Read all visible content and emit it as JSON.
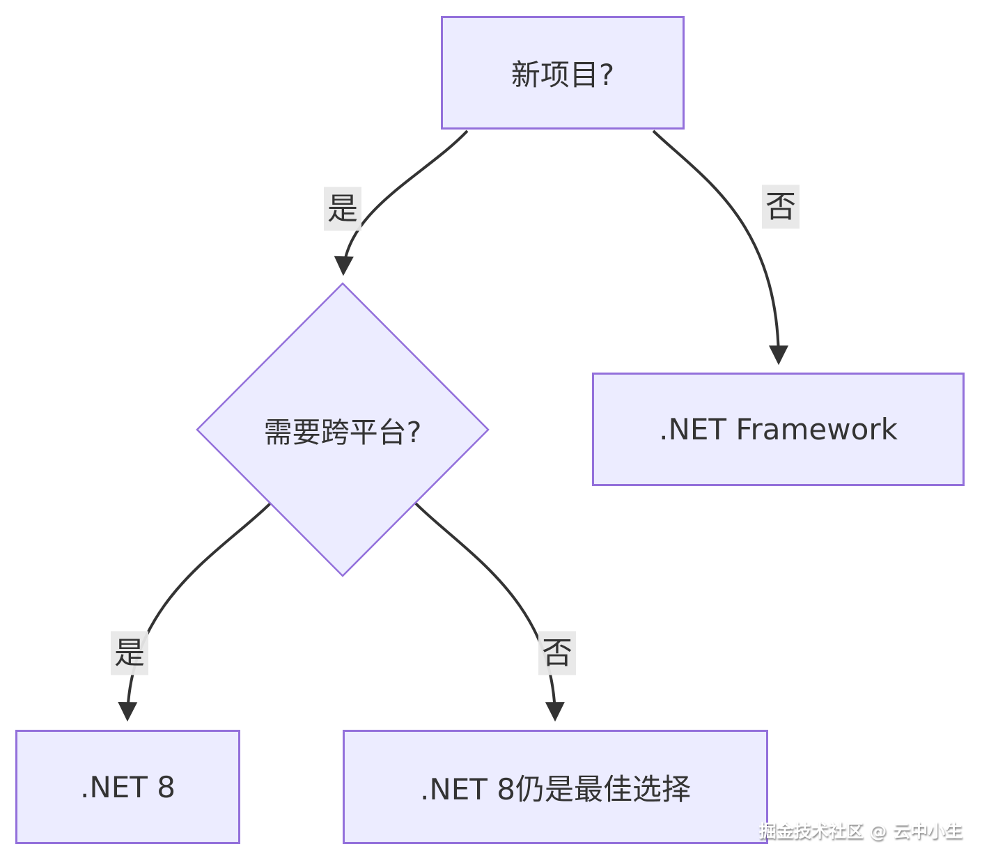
{
  "diagram": {
    "title": ".NET version decision flowchart",
    "nodes": [
      {
        "id": "A",
        "type": "rect",
        "label": "新项目?"
      },
      {
        "id": "B",
        "type": "diamond",
        "label": "需要跨平台?"
      },
      {
        "id": "C",
        "type": "rect",
        "label": ".NET Framework"
      },
      {
        "id": "D",
        "type": "rect",
        "label": ".NET 8"
      },
      {
        "id": "E",
        "type": "rect",
        "label": ".NET 8仍是最佳选择"
      }
    ],
    "edges": [
      {
        "from": "新项目?",
        "to": "需要跨平台?",
        "label": "是"
      },
      {
        "from": "新项目?",
        "to": ".NET Framework",
        "label": "否"
      },
      {
        "from": "需要跨平台?",
        "to": ".NET 8",
        "label": "是"
      },
      {
        "from": "需要跨平台?",
        "to": ".NET 8仍是最佳选择",
        "label": "否"
      }
    ],
    "colors": {
      "node_fill": "#ECECFF",
      "node_border": "#9370DB",
      "edge_stroke": "#333333",
      "edge_label_bg": "#E8E8E8",
      "text": "#333333"
    }
  },
  "watermark": "掘金技术社区 @ 云中小生"
}
